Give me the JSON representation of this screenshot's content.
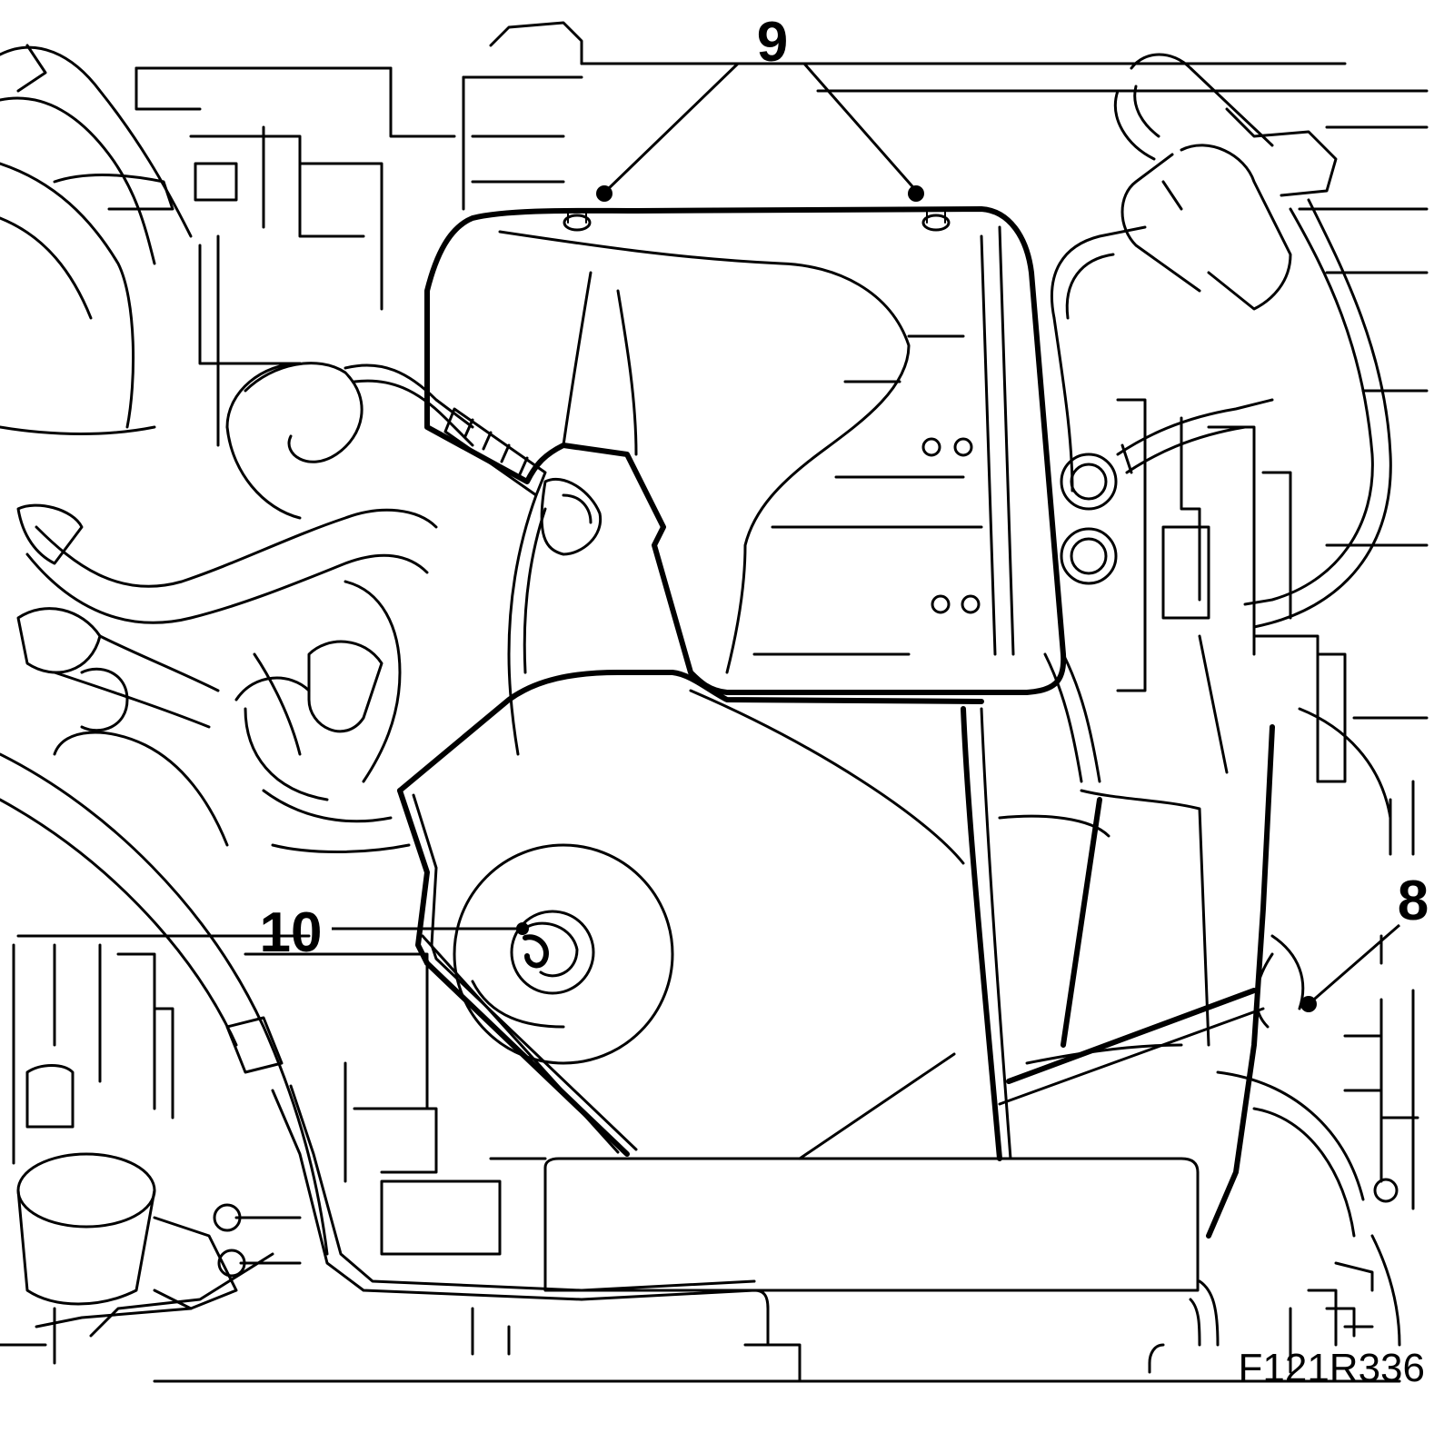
{
  "figure": {
    "callouts": [
      {
        "id": "9",
        "label": "9"
      },
      {
        "id": "10",
        "label": "10"
      },
      {
        "id": "8",
        "label": "8"
      }
    ],
    "reference_code": "F121R336"
  }
}
